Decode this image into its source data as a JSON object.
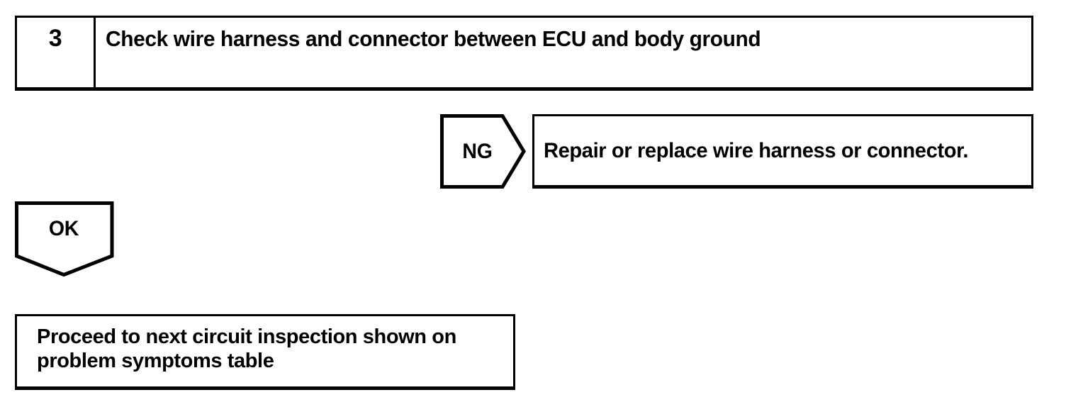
{
  "diagram": {
    "type": "troubleshooting-flowchart",
    "background_color": "#ffffff",
    "line_color": "#000000"
  },
  "step": {
    "number": "3",
    "title": "Check wire harness and connector between ECU and body ground"
  },
  "branches": {
    "ng": {
      "label": "NG",
      "shape": "right-pointing-pentagon-arrow",
      "action_text": "Repair or replace wire harness or connector."
    },
    "ok": {
      "label": "OK",
      "shape": "down-pointing-pentagon-arrow",
      "action_text": "Proceed to next circuit inspection shown on\nproblem symptoms table"
    }
  }
}
